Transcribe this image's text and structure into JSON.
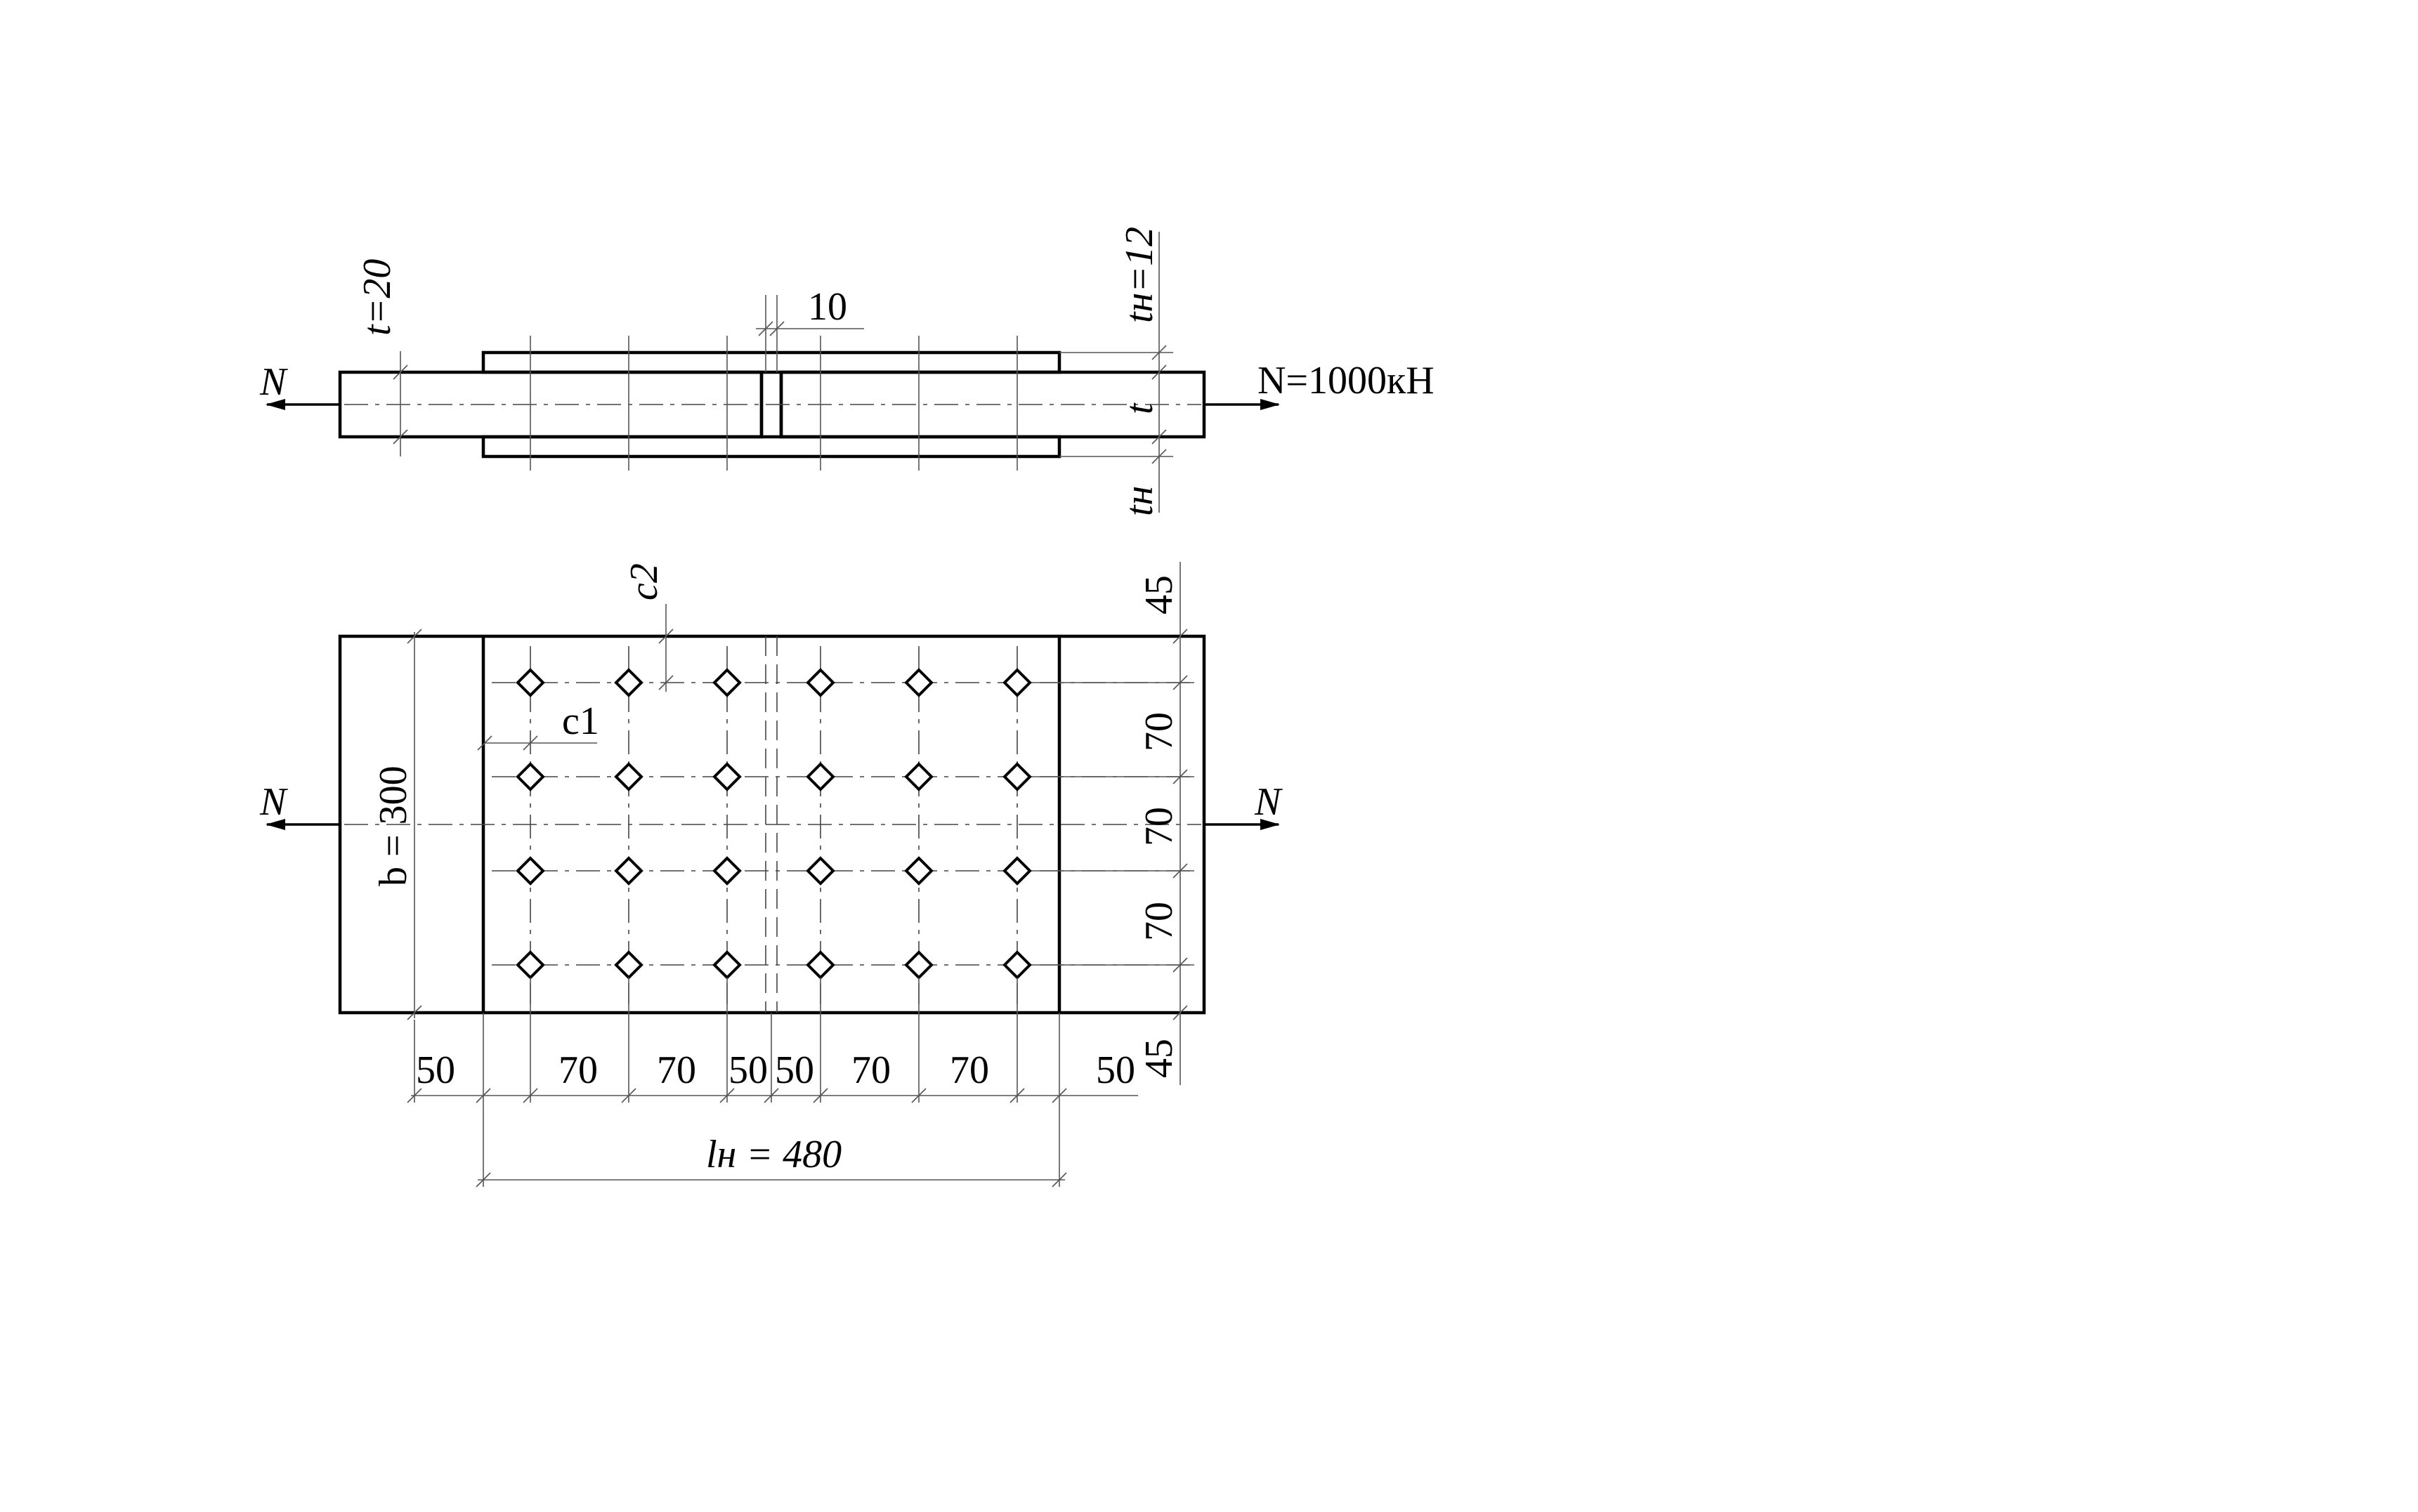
{
  "elevation": {
    "plate_thickness": "t=20",
    "splice_thickness": "tн=12",
    "gap": "10",
    "force_left": "N",
    "force_right": "N=1000кН",
    "thickness_label": "t",
    "splice_bottom_label": "tн"
  },
  "plan": {
    "edge_top": "45",
    "edge_bottom": "45",
    "row_spacing": [
      "70",
      "70",
      "70"
    ],
    "width_label": "b = 300",
    "c1_label": "c1",
    "c2_label": "c2",
    "force_left": "N",
    "force_right": "N",
    "bolt_columns": 6,
    "bolt_rows": 4,
    "bottom_dims": [
      "50",
      "70",
      "70",
      "50",
      "50",
      "70",
      "70",
      "50"
    ],
    "splice_length": "lн = 480"
  }
}
